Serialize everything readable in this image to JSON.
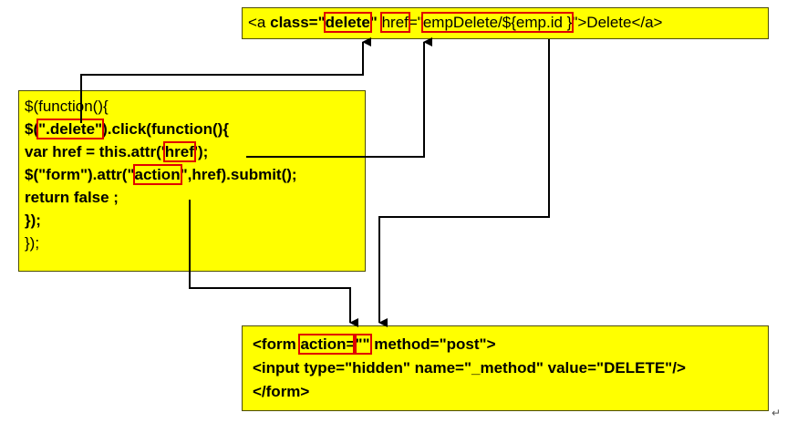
{
  "top_box": {
    "t1": "<a ",
    "t2": "class=\"",
    "t3": "delete",
    "t4": "\" ",
    "t5": "href",
    "t6": "=\"",
    "t7": "empDelete/${emp.id }",
    "t8": "\">Delete</a>"
  },
  "js_box": {
    "l1": "$(function(){",
    "l2a": "$(",
    "l2b": "\".delete\"",
    "l2c": ").click(function(){",
    "l3a": "var href = this.attr('",
    "l3b": "href",
    "l3c": "');",
    "l4a": "$(\"form\").attr(\"",
    "l4b": "action",
    "l4c": "\",href).submit();",
    "l5": "return false ;",
    "l6": "});",
    "l7": "});"
  },
  "form_box": {
    "l1a": "<form ",
    "l1b": "action=",
    "l1c": "\"\"",
    "l1d": " method=\"post\">",
    "l2": "<input type=\"hidden\" name=\"_method\" value=\"DELETE\"/>",
    "l3": "</form>"
  },
  "return_mark": "↵",
  "colors": {
    "box_fill": "#ffff00",
    "highlight": "#e00000",
    "arrow": "#000000"
  }
}
